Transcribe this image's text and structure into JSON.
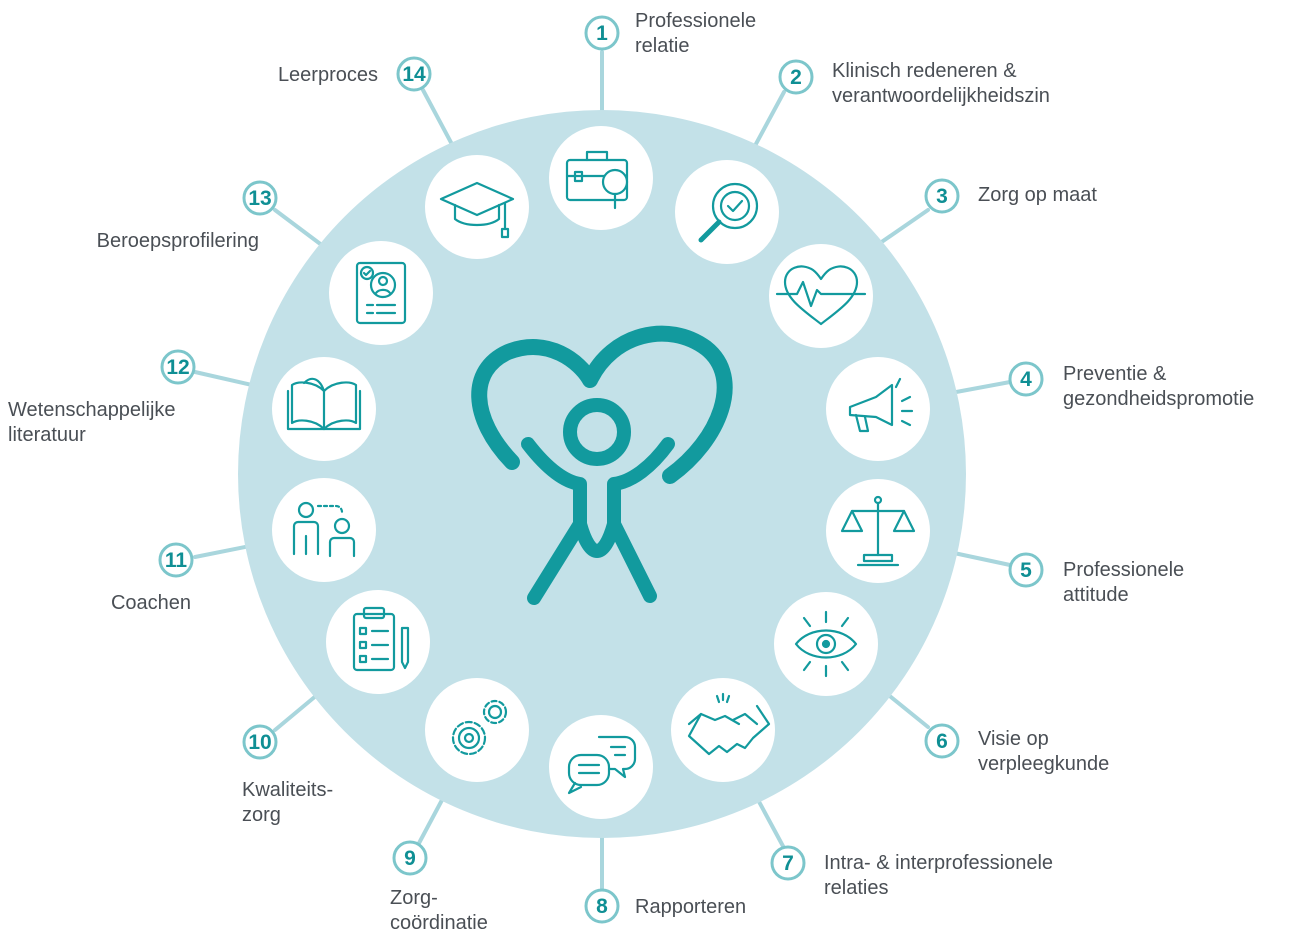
{
  "competencies": [
    {
      "number": "1",
      "line1": "Professionele",
      "line2": "relatie",
      "icon": "briefcase-search-icon"
    },
    {
      "number": "2",
      "line1": "Klinisch redeneren &",
      "line2": "verantwoordelijkheidszin",
      "icon": "magnifier-check-icon"
    },
    {
      "number": "3",
      "line1": "Zorg op maat",
      "line2": "",
      "icon": "heart-pulse-icon"
    },
    {
      "number": "4",
      "line1": "Preventie &",
      "line2": "gezondheidspromotie",
      "icon": "megaphone-icon"
    },
    {
      "number": "5",
      "line1": "Professionele",
      "line2": "attitude",
      "icon": "scales-icon"
    },
    {
      "number": "6",
      "line1": "Visie op",
      "line2": "verpleegkunde",
      "icon": "eye-icon"
    },
    {
      "number": "7",
      "line1": "Intra- & interprofessionele",
      "line2": "relaties",
      "icon": "handshake-icon"
    },
    {
      "number": "8",
      "line1": "Rapporteren",
      "line2": "",
      "icon": "chat-bubbles-icon"
    },
    {
      "number": "9",
      "line1": "Zorg-",
      "line2": "coördinatie",
      "icon": "gears-icon"
    },
    {
      "number": "10",
      "line1": "Kwaliteits-",
      "line2": "zorg",
      "icon": "clipboard-checklist-icon"
    },
    {
      "number": "11",
      "line1": "Coachen",
      "line2": "",
      "icon": "mentor-people-icon"
    },
    {
      "number": "12",
      "line1": "Wetenschappelijke",
      "line2": "literatuur",
      "icon": "open-book-icon"
    },
    {
      "number": "13",
      "line1": "Beroepsprofilering",
      "line2": "",
      "icon": "profile-document-icon"
    },
    {
      "number": "14",
      "line1": "Leerproces",
      "line2": "",
      "icon": "graduation-cap-icon"
    }
  ],
  "center_icon": "heart-person-logo",
  "colors": {
    "disc": "#c3e1e8",
    "accent": "#129a9e",
    "text": "#4a4f55",
    "badge_border": "#7cc6cb",
    "connector": "#a9d6dd"
  }
}
